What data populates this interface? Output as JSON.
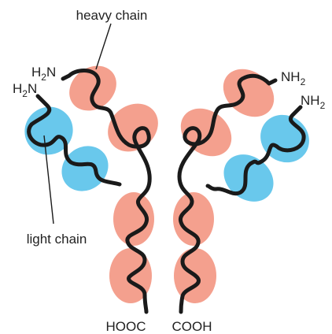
{
  "labels": {
    "heavy_chain": "heavy chain",
    "light_chain": "light chain",
    "n_terminus_h": "H",
    "n_terminus_n": "N",
    "nh_prefix": "NH",
    "sub2": "2",
    "hooc": "HOOC",
    "cooh": "COOH"
  },
  "colors": {
    "heavy_chain": "#f4a08e",
    "light_chain": "#69c8ec",
    "backbone": "#1a1a1a"
  }
}
